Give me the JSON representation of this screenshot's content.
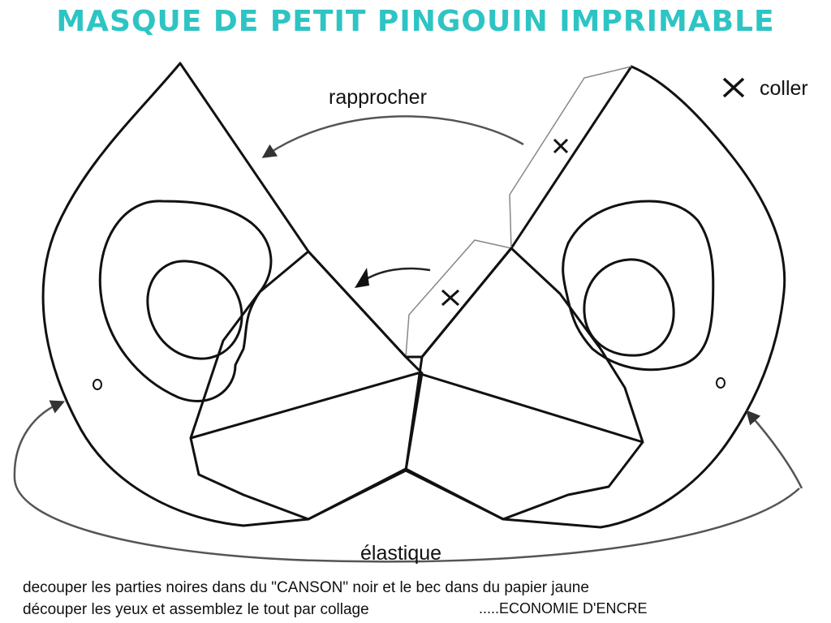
{
  "title": "MASQUE DE PETIT PINGOUIN IMPRIMABLE",
  "labels": {
    "rapprocher": "rapprocher",
    "coller": "coller",
    "elastique": "élastique"
  },
  "instructions": {
    "line1": "decouper les parties noires dans du \"CANSON\" noir et le bec dans du papier jaune",
    "line2": "découper les yeux et assemblez le tout par collage",
    "economie": ".....ECONOMIE D'ENCRE"
  },
  "colors": {
    "title": "#2ec4c4",
    "outline": "#111111",
    "fold_tab": "#888888"
  },
  "icons": {
    "glue_mark": "x-glue-mark",
    "arrow": "curved-arrow"
  }
}
